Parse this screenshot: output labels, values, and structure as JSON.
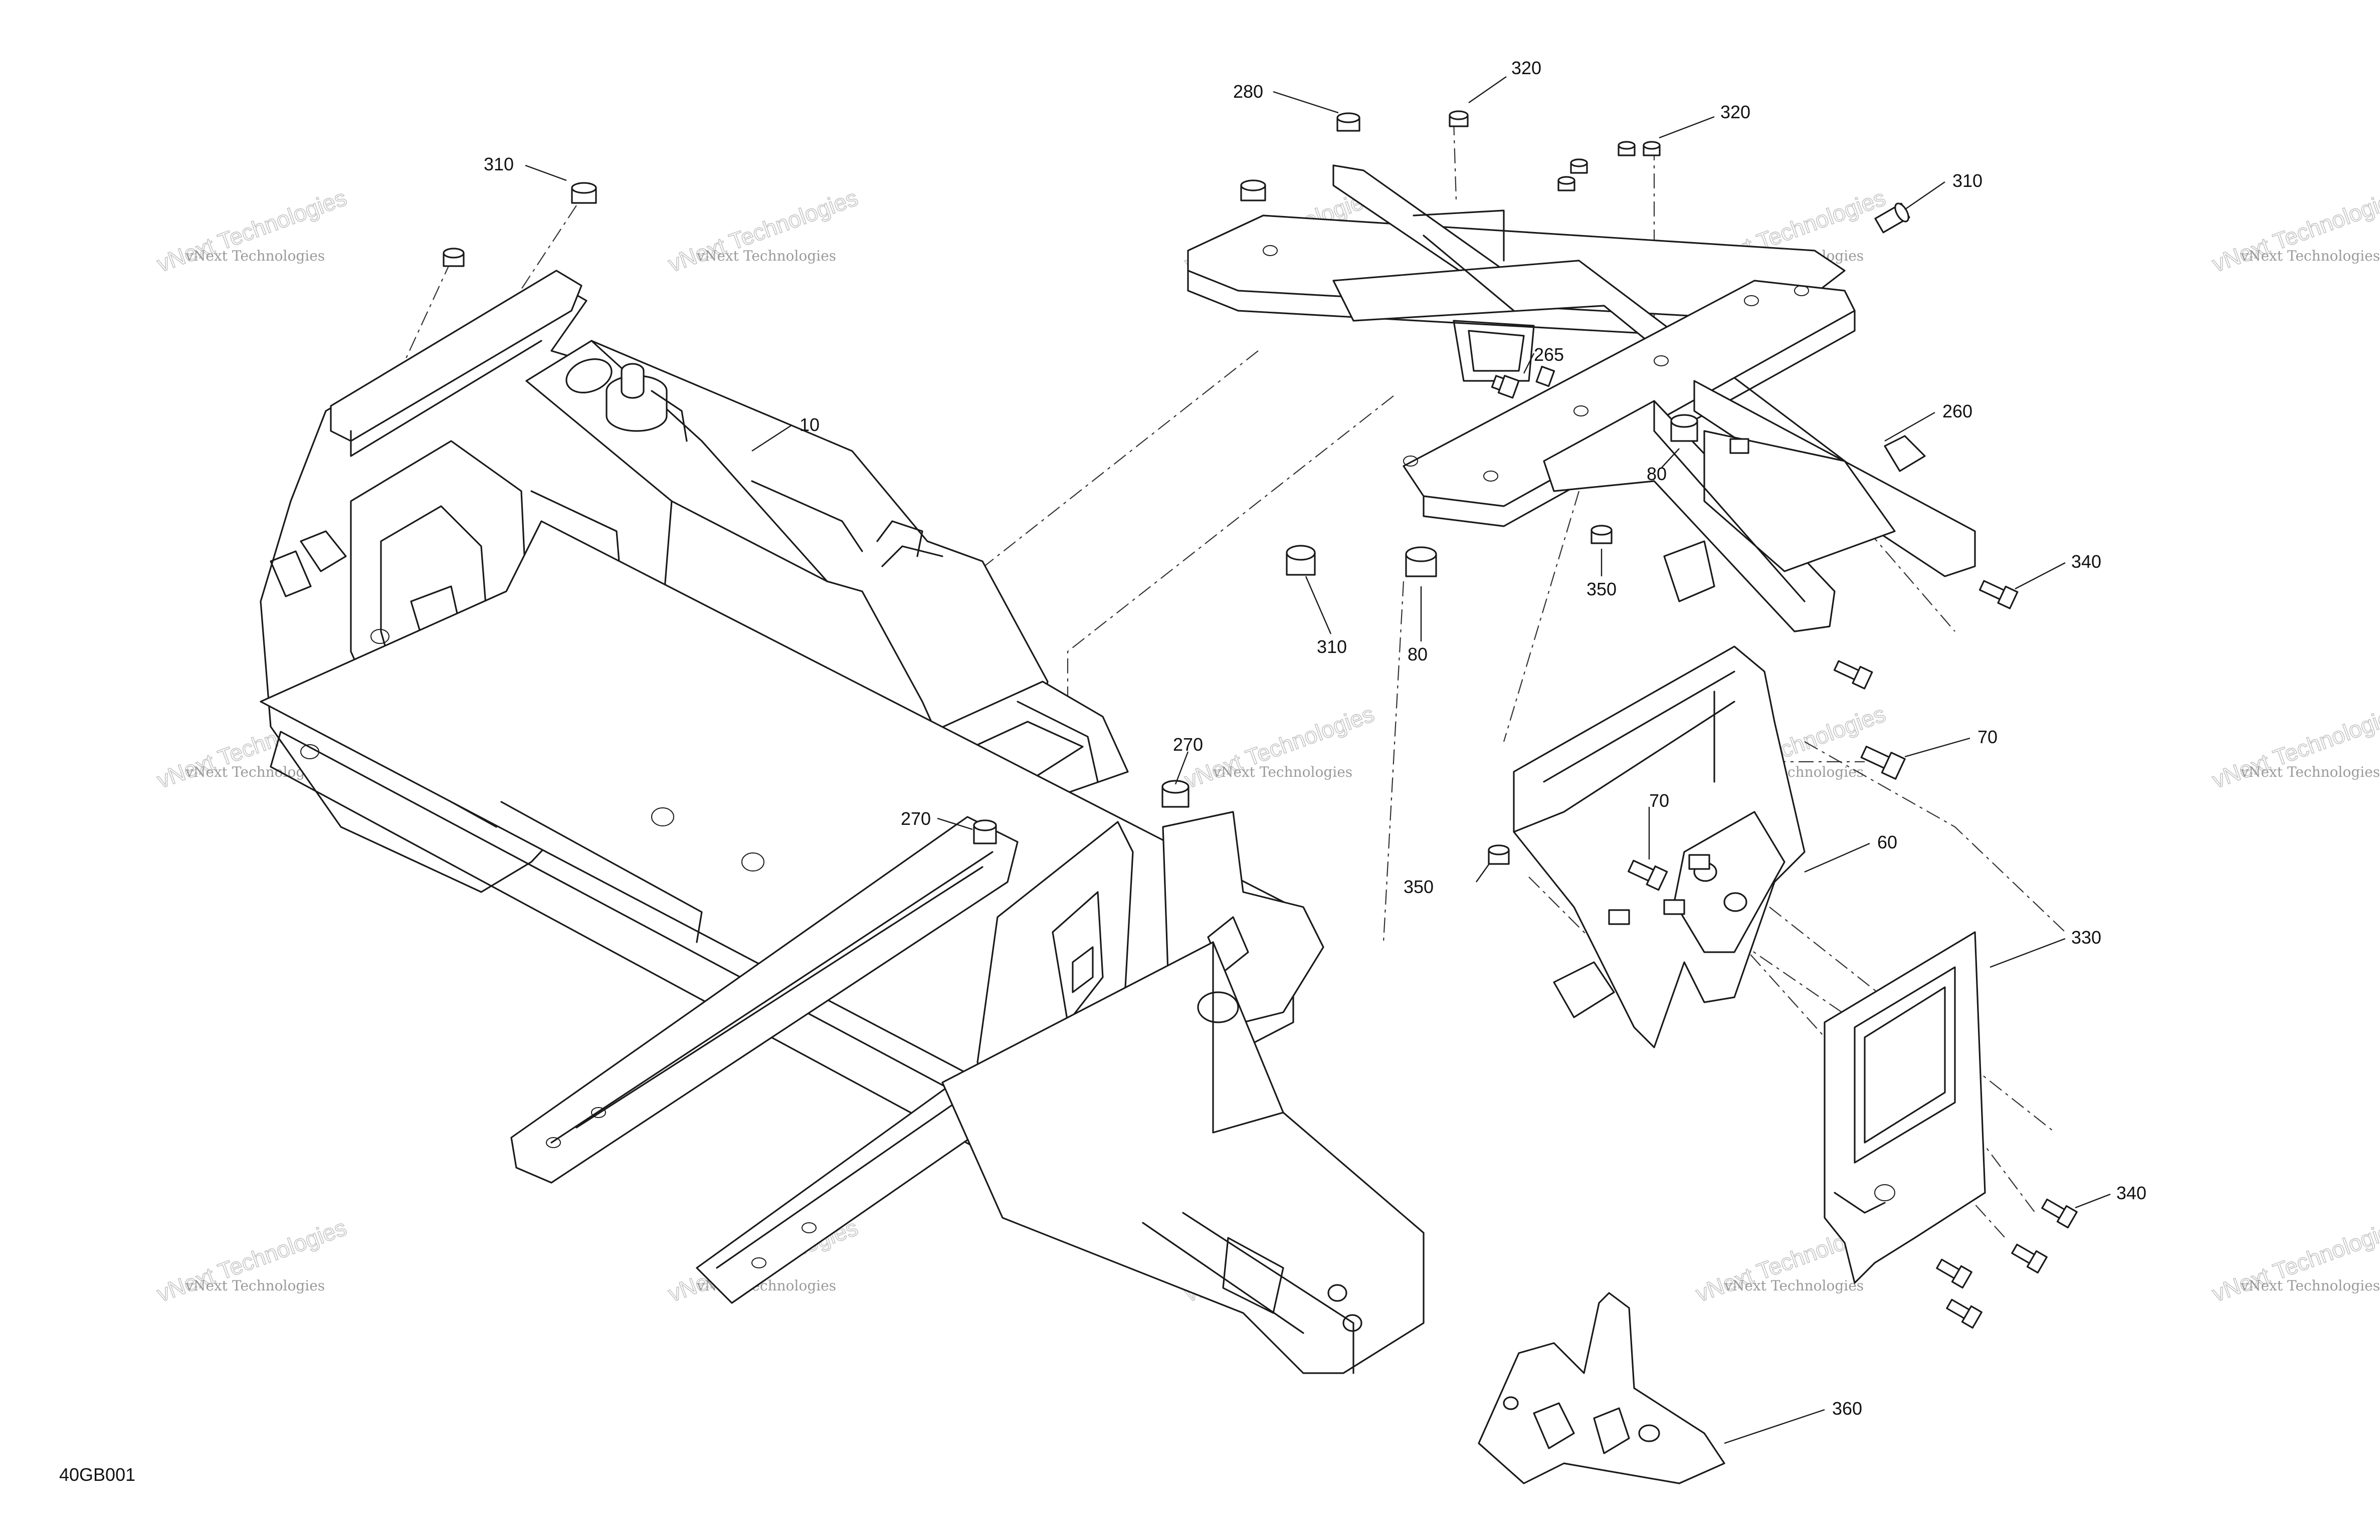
{
  "diagram": {
    "figure_code": "40GB001",
    "callouts": [
      {
        "id": "c310a",
        "text": "310"
      },
      {
        "id": "c10",
        "text": "10"
      },
      {
        "id": "c280",
        "text": "280"
      },
      {
        "id": "c320a",
        "text": "320"
      },
      {
        "id": "c320b",
        "text": "320"
      },
      {
        "id": "c310b",
        "text": "310"
      },
      {
        "id": "c265",
        "text": "265"
      },
      {
        "id": "c260",
        "text": "260"
      },
      {
        "id": "c80a",
        "text": "80"
      },
      {
        "id": "c350a",
        "text": "350"
      },
      {
        "id": "c340a",
        "text": "340"
      },
      {
        "id": "c310c",
        "text": "310"
      },
      {
        "id": "c80b",
        "text": "80"
      },
      {
        "id": "c270a",
        "text": "270"
      },
      {
        "id": "c270b",
        "text": "270"
      },
      {
        "id": "c70a",
        "text": "70"
      },
      {
        "id": "c70b",
        "text": "70"
      },
      {
        "id": "c350b",
        "text": "350"
      },
      {
        "id": "c60",
        "text": "60"
      },
      {
        "id": "c330",
        "text": "330"
      },
      {
        "id": "c340b",
        "text": "340"
      },
      {
        "id": "c360",
        "text": "360"
      }
    ],
    "watermark": {
      "line1": "vNext Technologies",
      "line2": "vNext Technologies"
    }
  }
}
